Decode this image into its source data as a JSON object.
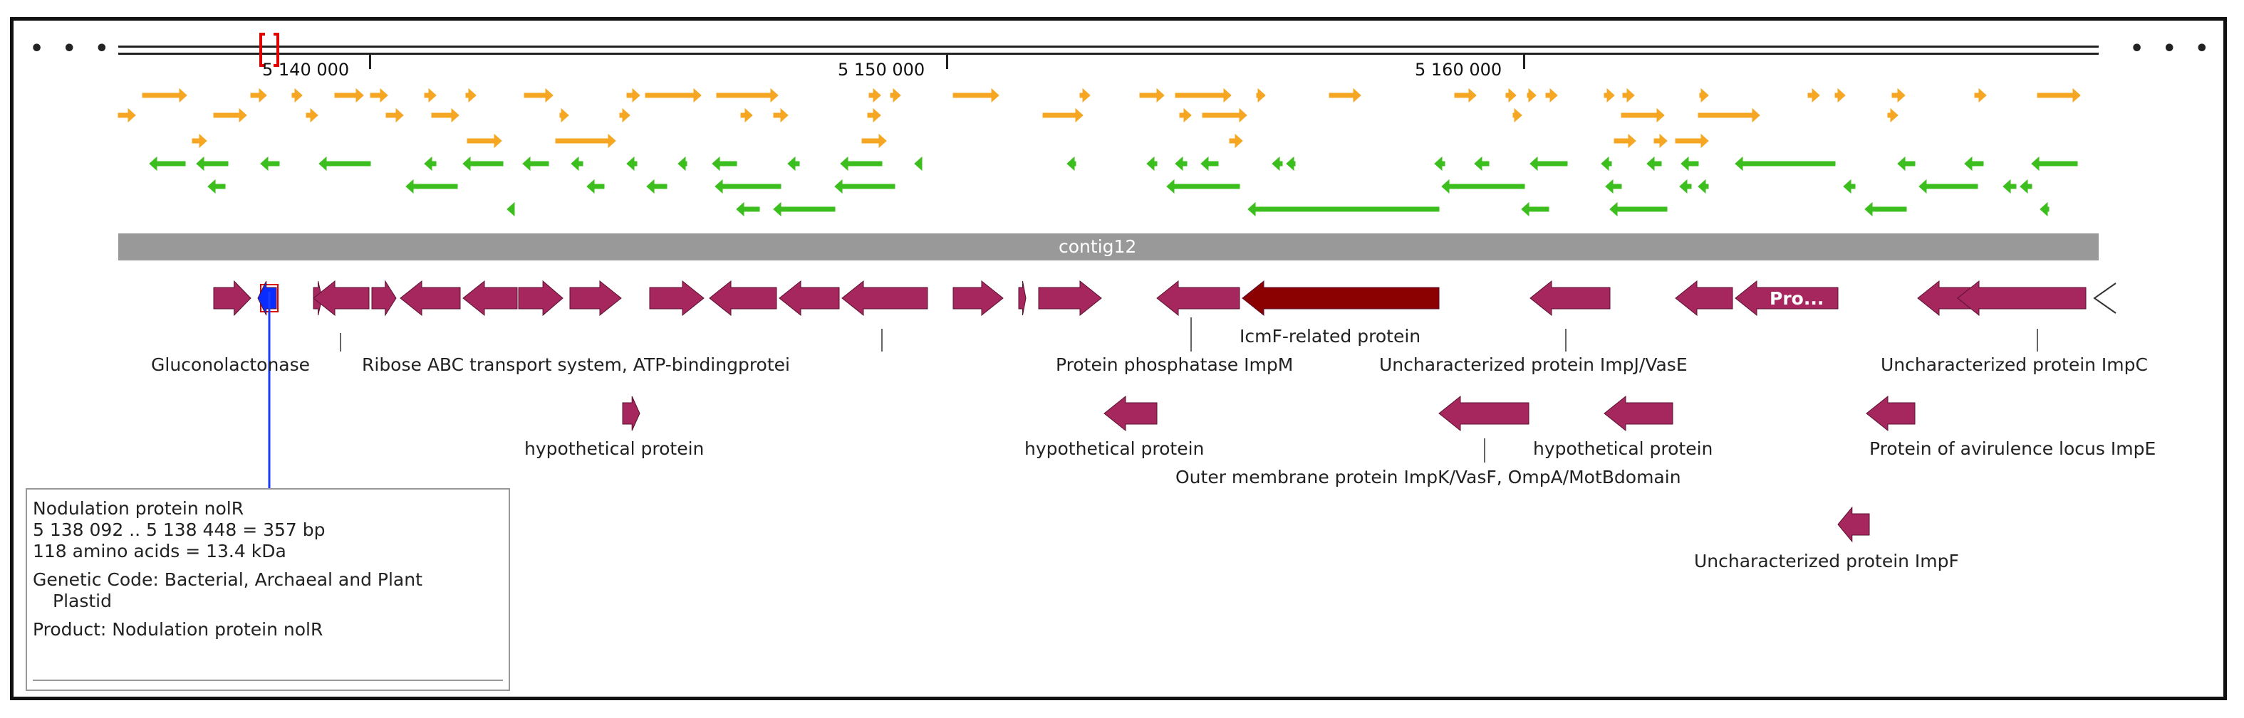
{
  "colors": {
    "forward_orf": "#f5a623",
    "reverse_orf": "#3cbf1e",
    "gene": "#a5275e",
    "selected_gene": "#0a2cff",
    "highlight_gene": "#8b0000",
    "contig": "#999999",
    "selection_marker": "#e00000"
  },
  "nav": {
    "left_dots": "• • •",
    "right_dots": "• • •"
  },
  "ruler": {
    "ticks": [
      {
        "label": "5 140 000",
        "position_bp": 5140000
      },
      {
        "label": "5 150 000",
        "position_bp": 5150000
      },
      {
        "label": "5 160 000",
        "position_bp": 5160000
      }
    ]
  },
  "contig": {
    "label": "contig12"
  },
  "genes": {
    "labels": [
      "Gluconolactonase",
      "Ribose ABC transport system, ATP-bindingprotei",
      "hypothetical protein",
      "Protein phosphatase ImpM",
      "IcmF-related protein",
      "hypothetical protein",
      "Uncharacterized protein ImpJ/VasE",
      "Outer membrane protein ImpK/VasF, OmpA/MotBdomain",
      "hypothetical protein",
      "Uncharacterized protein ImpF",
      "Uncharacterized protein ImpC",
      "Protein of avirulence locus ImpE"
    ],
    "inline_label": "Pro..."
  },
  "tooltip": {
    "title": "Nodulation protein nolR",
    "range": "5 138 092 .. 5 138 448  =  357 bp",
    "size": "118 amino acids  =  13.4 kDa",
    "genetic_code_line1": "Genetic Code:  Bacterial, Archaeal and Plant",
    "genetic_code_line2": "Plastid",
    "product": "Product: Nodulation protein nolR"
  }
}
